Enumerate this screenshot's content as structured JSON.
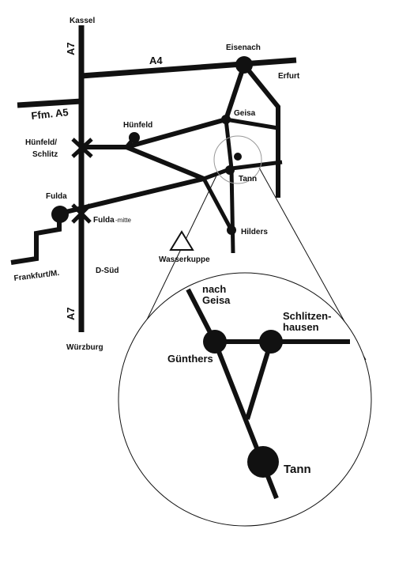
{
  "map": {
    "labels": {
      "kassel": "Kassel",
      "a7_top": "A7",
      "a7_bottom": "A7",
      "a4": "A4",
      "eisenach": "Eisenach",
      "erfurt": "Erfurt",
      "ffm_a5": "Ffm. A5",
      "geisa": "Geisa",
      "huenfeld": "Hünfeld",
      "huenfeld_schlitz": "Hünfeld/",
      "schlitz": "Schlitz",
      "tann": "Tann",
      "fulda": "Fulda",
      "fulda_mitte": "Fulda",
      "mitte": "-mitte",
      "hilders": "Hilders",
      "wasserkuppe": "Wasserkuppe",
      "frankfurt": "Frankfurt/M.",
      "d_sued": "D-Süd",
      "wuerzburg": "Würzburg"
    },
    "inset": {
      "nach": "nach",
      "geisa": "Geisa",
      "schlitzen": "Schlitzen-",
      "hausen": "hausen",
      "guenthers": "Günthers",
      "tann": "Tann"
    },
    "colors": {
      "ink": "#111111",
      "background": "#ffffff",
      "inset_fill": "#ffffff"
    }
  }
}
